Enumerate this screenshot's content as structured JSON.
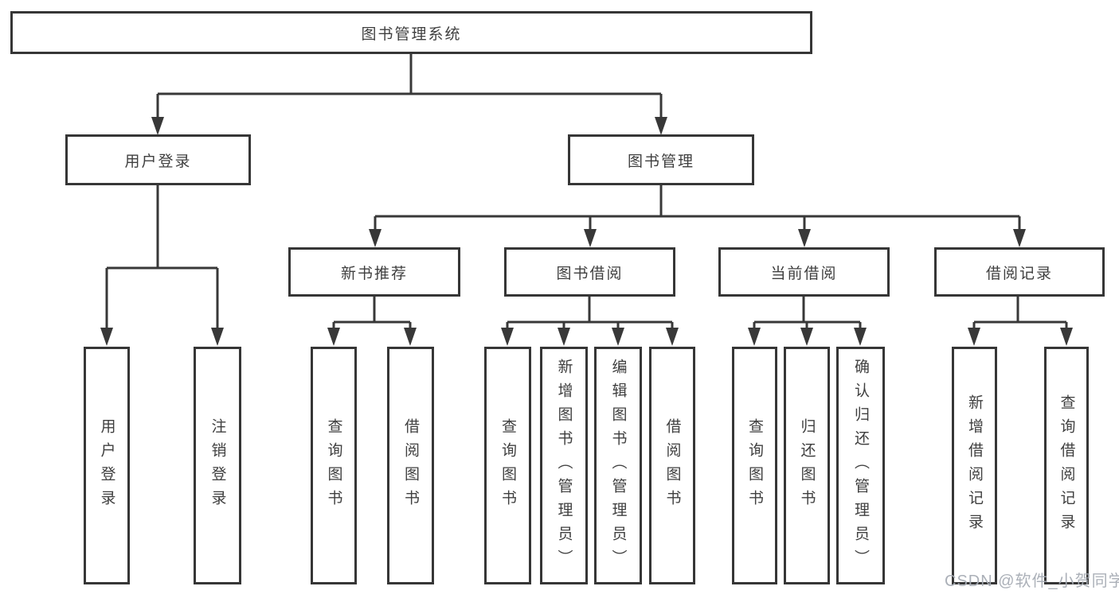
{
  "diagram": {
    "root": {
      "label": "图书管理系统"
    },
    "level2": [
      {
        "label": "用户登录"
      },
      {
        "label": "图书管理"
      }
    ],
    "level3": [
      {
        "label": "新书推荐"
      },
      {
        "label": "图书借阅"
      },
      {
        "label": "当前借阅"
      },
      {
        "label": "借阅记录"
      }
    ],
    "leaves": {
      "user_login": [
        {
          "label": "用户登录"
        },
        {
          "label": "注销登录"
        }
      ],
      "new_book_recommend": [
        {
          "label": "查询图书"
        },
        {
          "label": "借阅图书"
        }
      ],
      "book_borrow": [
        {
          "label": "查询图书"
        },
        {
          "label": "新增图书（管理员）"
        },
        {
          "label": "编辑图书（管理员）"
        },
        {
          "label": "借阅图书"
        }
      ],
      "current_borrow": [
        {
          "label": "查询图书"
        },
        {
          "label": "归还图书"
        },
        {
          "label": "确认归还（管理员）"
        }
      ],
      "borrow_records": [
        {
          "label": "新增借阅记录"
        },
        {
          "label": "查询借阅记录"
        }
      ]
    }
  },
  "watermark": {
    "text": "CSDN @软件_小贺同学"
  },
  "colors": {
    "line": "#383838",
    "text": "#3f3f3f",
    "background": "#ffffff",
    "watermark": "#a6acb4"
  }
}
